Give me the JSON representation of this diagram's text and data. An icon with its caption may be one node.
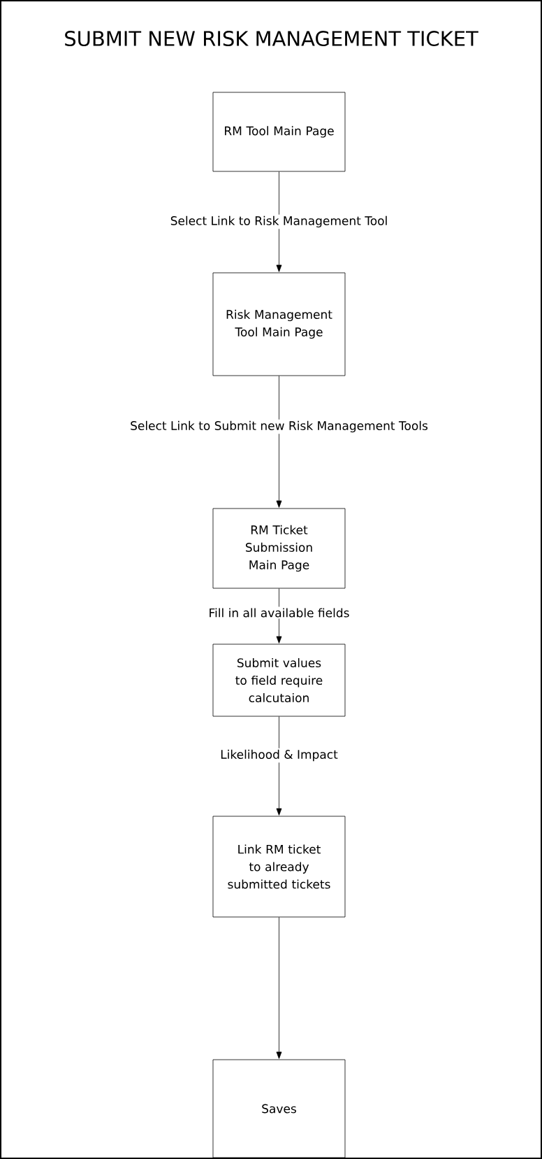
{
  "diagram": {
    "title": "SUBMIT NEW RISK MANAGEMENT TICKET",
    "nodes": [
      {
        "text": [
          "RM Tool Main Page"
        ]
      },
      {
        "text": [
          "Risk Management Tool Main Page"
        ]
      },
      {
        "text": [
          "RM Ticket Submission Main Page"
        ]
      },
      {
        "text": [
          "Submit values to field require calcutaion"
        ]
      },
      {
        "text": [
          "Link RM ticket to already submitted tickets"
        ]
      },
      {
        "text": [
          "Saves"
        ]
      }
    ],
    "edges": [
      {
        "from": 0,
        "to": 1,
        "arrow": "to",
        "label": "Select Link to Risk Management Tool"
      },
      {
        "from": 1,
        "to": 2,
        "arrow": "to",
        "label": "Select Link to Submit new Risk Management Tools"
      },
      {
        "from": 2,
        "to": 3,
        "arrow": "to",
        "label": "Fill in all available fields"
      },
      {
        "from": 3,
        "to": 4,
        "arrow": "to",
        "label": "Likelihood & Impact"
      },
      {
        "from": 4,
        "to": 5,
        "arrow": "to"
      }
    ]
  }
}
